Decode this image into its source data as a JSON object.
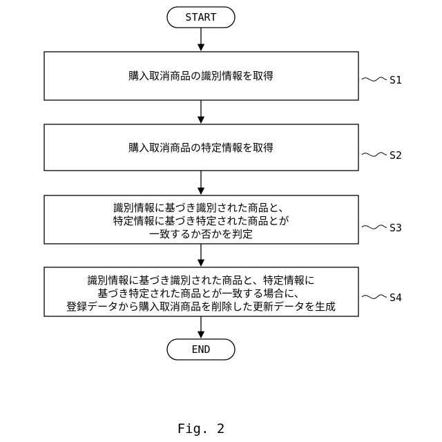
{
  "terminals": {
    "start": "START",
    "end": "END"
  },
  "steps": [
    {
      "label": "S1",
      "lines": [
        "購入取消商品の識別情報を取得"
      ]
    },
    {
      "label": "S2",
      "lines": [
        "購入取消商品の特定情報を取得"
      ]
    },
    {
      "label": "S3",
      "lines": [
        "識別情報に基づき識別された商品と、",
        "特定情報に基づき特定された商品とが",
        "一致するか否かを判定"
      ]
    },
    {
      "label": "S4",
      "lines": [
        "識別情報に基づき識別された商品と、特定情報に",
        "基づき特定された商品とが一致する場合に、",
        "登録データから購入取消商品を削除した更新データを生成"
      ]
    }
  ],
  "caption": "Fig. 2"
}
